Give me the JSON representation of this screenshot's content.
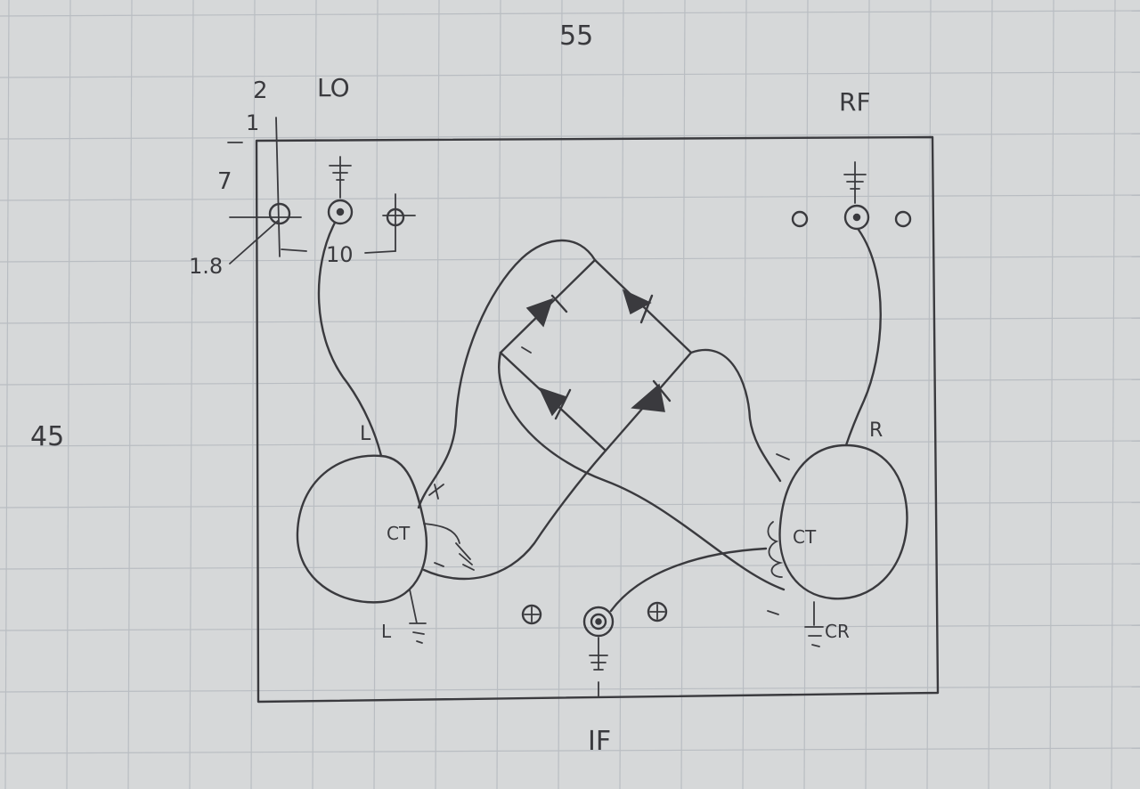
{
  "board": {
    "width_label": "55",
    "height_label": "45"
  },
  "ports": {
    "lo": "LO",
    "rf": "RF",
    "if": "IF"
  },
  "dimensions": {
    "left_top": "2",
    "left_one": "1",
    "left_seven": "7",
    "left_pitch": "1.8",
    "lo_spacing": "10"
  },
  "transformers": {
    "left_lead": "L",
    "left_ct": "CT",
    "left_bottom": "L",
    "right_lead": "R",
    "right_ct": "CT",
    "right_bottom": "CR"
  },
  "colors": {
    "paper": "#d6d8d9",
    "grid": "#b9bdc2",
    "ink": "#3a3a3e"
  }
}
